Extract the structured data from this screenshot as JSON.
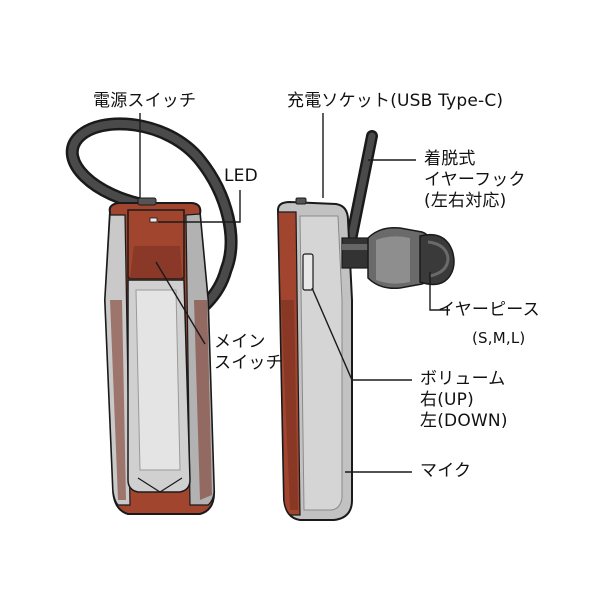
{
  "labels": {
    "power_switch": "電源スイッチ",
    "led": "LED",
    "main_switch": [
      "メイン",
      "スイッチ"
    ],
    "charge_socket": "充電ソケット(USB Type-C)",
    "ear_hook": [
      "着脱式",
      "イヤーフック",
      "(左右対応)"
    ],
    "ear_piece": "イヤーピース",
    "ear_piece_sizes": "(S,M,L)",
    "volume": [
      "ボリューム",
      "右(UP)",
      "左(DOWN)"
    ],
    "mic": "マイク"
  },
  "colors": {
    "body_brown": "#a1452f",
    "body_brown_dark": "#7a3020",
    "body_gray": "#b9b9b9",
    "body_gray_light": "#d8d8d8",
    "outline": "#1a1a1a",
    "hook": "#3a3a3a"
  }
}
